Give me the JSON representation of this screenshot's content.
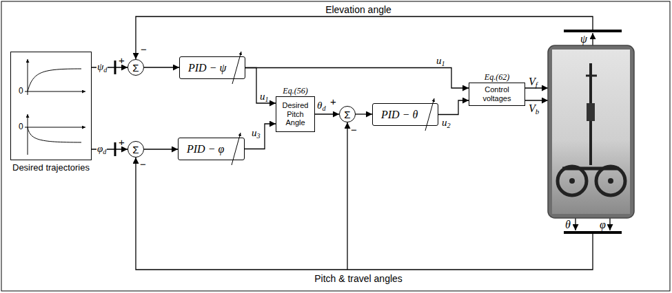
{
  "diagram": {
    "nodes": [
      {
        "text": [
          "Desired trajectories"
        ]
      },
      {
        "text": [
          "Σ"
        ]
      },
      {
        "text": [
          "PID − ψ"
        ]
      },
      {
        "text": [
          "Σ"
        ]
      },
      {
        "text": [
          "PID − φ"
        ]
      },
      {
        "text": [
          "Eq.(56)",
          "Desired Pitch Angle"
        ]
      },
      {
        "text": [
          "Σ"
        ]
      },
      {
        "text": [
          "PID − θ"
        ]
      },
      {
        "text": [
          "Eq.(62)",
          "Control voltages"
        ]
      }
    ],
    "edges": [
      {
        "from": 0,
        "to": 1,
        "arrow": "to",
        "label": "ψd"
      },
      {
        "from": 0,
        "to": 3,
        "arrow": "to",
        "label": "φd"
      },
      {
        "from": 1,
        "to": 2,
        "arrow": "to"
      },
      {
        "from": 2,
        "to": 8,
        "arrow": "to",
        "label": "u1"
      },
      {
        "from": 2,
        "to": 5,
        "arrow": "to",
        "label": "u1"
      },
      {
        "from": 3,
        "to": 4,
        "arrow": "to"
      },
      {
        "from": 4,
        "to": 5,
        "arrow": "to",
        "label": "u3"
      },
      {
        "from": 5,
        "to": 6,
        "arrow": "to",
        "label": "θd"
      },
      {
        "from": 6,
        "to": 7,
        "arrow": "to"
      },
      {
        "from": 7,
        "to": 8,
        "arrow": "to",
        "label": "u2"
      }
    ],
    "labels": [
      "+",
      "−",
      "+",
      "−",
      "+",
      "−",
      "0",
      "0",
      "ψ",
      "θ",
      "φ",
      "Vf",
      "Vb",
      "Elevation angle",
      "Pitch & travel angles"
    ]
  }
}
